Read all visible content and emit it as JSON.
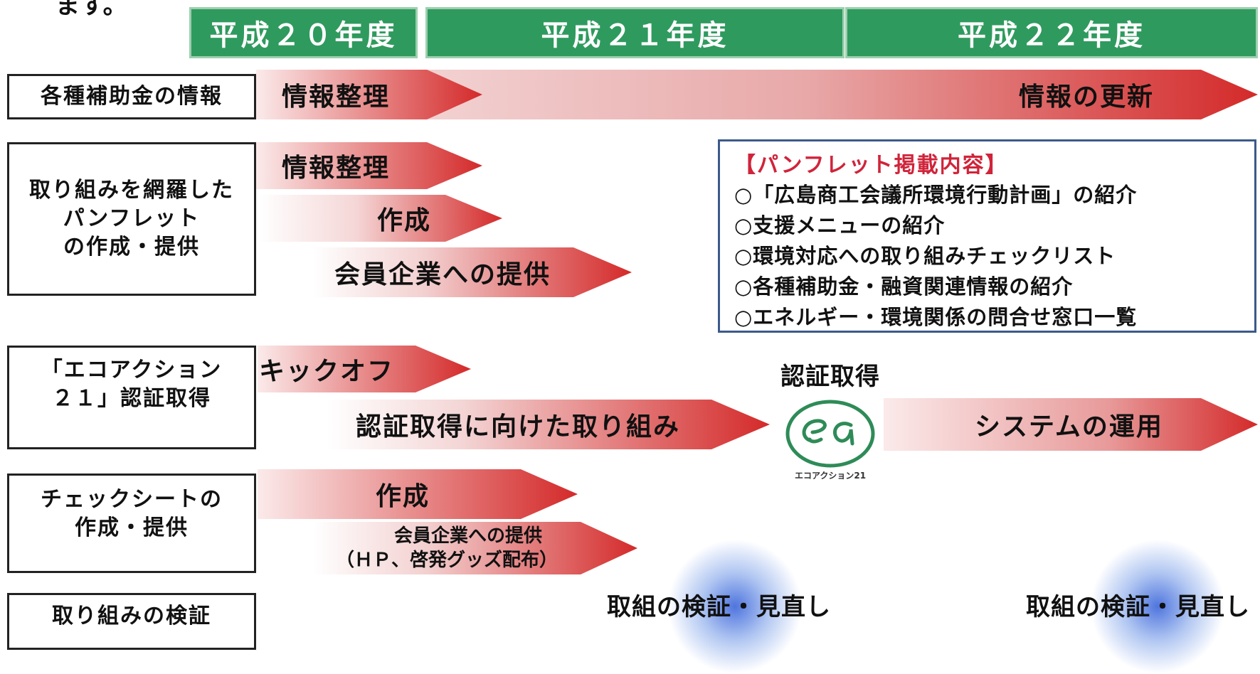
{
  "header": {
    "top_fragment": "ます。"
  },
  "years": [
    "平成２０年度",
    "平成２１年度",
    "平成２２年度"
  ],
  "colors": {
    "year_bg": "#2f9a5e",
    "arrow_red": "#d42a2a",
    "heading_red": "#d0243a",
    "box_border": "#3b5a8c"
  },
  "rows": {
    "subsidy": {
      "label": "各種補助金の情報",
      "arrow1": "情報整理",
      "arrow2": "情報の更新"
    },
    "pamphlet": {
      "label": "取り組みを網羅した\nパンフレット\nの作成・提供",
      "arrow1": "情報整理",
      "arrow2": "作成",
      "arrow3": "会員企業への提供"
    },
    "ecoaction": {
      "label": "「エコアクション\n２１」認証取得",
      "arrow1": "キックオフ",
      "arrow2": "認証取得に向けた取り組み",
      "cert_label": "認証取得",
      "logo_caption": "エコアクション21",
      "arrow3": "システムの運用"
    },
    "checksheet": {
      "label": "チェックシートの\n作成・提供",
      "arrow1": "作成",
      "arrow2_line1": "会員企業への提供",
      "arrow2_line2": "（ＨＰ、啓発グッズ配布）"
    },
    "verify": {
      "label": "取り組みの検証",
      "item1": "取組の検証・見直し",
      "item2": "取組の検証・見直し"
    }
  },
  "pamphlet_box": {
    "heading": "【パンフレット掲載内容】",
    "items": [
      "○「広島商工会議所環境行動計画」の紹介",
      "○支援メニューの紹介",
      "○環境対応への取り組みチェックリスト",
      "○各種補助金・融資関連情報の紹介",
      "○エネルギー・環境関係の問合せ窓口一覧"
    ]
  }
}
